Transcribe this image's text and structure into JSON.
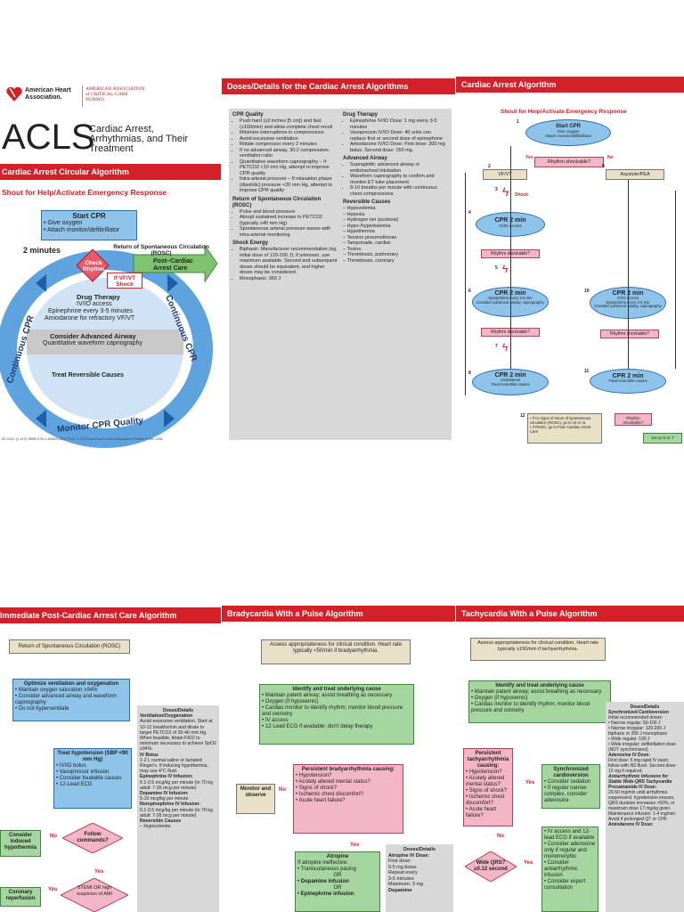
{
  "top": {
    "left": {
      "aha": "American Heart Association.",
      "aacn": "AMERICAN ASSOCIATION of CRITICAL-CARE NURSES",
      "acls": "ACLS",
      "acls_sub": "Cardiac Arrest, Arrhythmias, and Their Treatment",
      "bar": "Cardiac Arrest Circular Algorithm",
      "shout": "Shout for Help/Activate Emergency Response",
      "start_cpr": "Start CPR",
      "start_items": [
        "Give oxygen",
        "Attach monitor/defibrillator"
      ],
      "two_min": "2 minutes",
      "rosc": "Return of Spontaneous Circulation (ROSC)",
      "post_care": "Post–Cardiac Arrest Care",
      "check": "Check Rhythm",
      "ifvf": "If VF/VT Shock",
      "drug": "Drug Therapy",
      "drug_lines": [
        "IV/IO access",
        "Epinephrine every 3-5 minutes",
        "Amiodarone for refractory VF/VT"
      ],
      "airway": "Consider Advanced Airway",
      "airway_sub": "Quantitative waveform capnography",
      "treat": "Treat Reversible Causes",
      "cont_left": "Continuous CPR",
      "cont_right": "Continuous CPR",
      "monitor": "Monitor CPR Quality",
      "footer": "90-1012 (1 of 2)   ISBN 978-1-61669-013-7   5/11   © 2011 American Heart Association   Printed in the USA"
    },
    "middle": {
      "bar": "Doses/Details for the Cardiac Arrest Algorithms",
      "cpr_quality_h": "CPR Quality",
      "cpr_quality": [
        "Push hard (≥2 inches [5 cm]) and fast (≥100/min) and allow complete chest recoil",
        "Minimize interruptions in compressions",
        "Avoid excessive ventilation",
        "Rotate compressor every 2 minutes",
        "If no advanced airway, 30:2 compression-ventilation ratio",
        "Quantitative waveform capnography – If PETCO2 <10 mm Hg, attempt to improve CPR quality",
        "Intra-arterial pressure – If relaxation phase (diastolic) pressure <20 mm Hg, attempt to improve CPR quality"
      ],
      "rosc_h": "Return of Spontaneous Circulation (ROSC)",
      "rosc": [
        "Pulse and blood pressure",
        "Abrupt sustained increase in PETCO2 (typically ≥40 mm Hg)",
        "Spontaneous arterial pressure waves with intra-arterial monitoring"
      ],
      "shock_h": "Shock Energy",
      "shock": [
        "Biphasic: Manufacturer recommendation (eg, initial dose of 120-200 J); if unknown, use maximum available. Second and subsequent doses should be equivalent, and higher doses may be considered.",
        "Monophasic: 360 J"
      ],
      "drug_h": "Drug Therapy",
      "drug": [
        "Epinephrine IV/IO Dose: 1 mg every 3-5 minutes",
        "Vasopressin IV/IO Dose: 40 units can replace first or second dose of epinephrine",
        "Amiodarone IV/IO Dose: First dose: 300 mg bolus. Second dose: 150 mg."
      ],
      "airway_h": "Advanced Airway",
      "airway": [
        "Supraglottic advanced airway or endotracheal intubation",
        "Waveform capnography to confirm and monitor ET tube placement",
        "8-10 breaths per minute with continuous chest compressions"
      ],
      "causes_h": "Reversible Causes",
      "causes": [
        "Hypovolemia",
        "Hypoxia",
        "Hydrogen ion (acidosis)",
        "Hypo-/hyperkalemia",
        "Hypothermia",
        "Tension pneumothorax",
        "Tamponade, cardiac",
        "Toxins",
        "Thrombosis, pulmonary",
        "Thrombosis, coronary"
      ]
    },
    "right": {
      "bar": "Cardiac Arrest Algorithm",
      "shout": "Shout for Help/Activate Emergency Response",
      "start": "Start CPR",
      "start_items": [
        "Give oxygen",
        "Attach monitor/defibrillator"
      ],
      "shockable": "Rhythm shockable?",
      "yes": "Yes",
      "no": "No",
      "vfvt": "VF/VT",
      "asys": "Asystole/PEA",
      "shock": "Shock",
      "cpr2": "CPR 2 min",
      "cpr2_a": "IV/IO access",
      "cpr2_b": [
        "Epinephrine every 3-5 min",
        "Consider advanced airway, capnography"
      ],
      "cpr2_c": [
        "Amiodarone",
        "Treat reversible causes"
      ],
      "cpr2_10": [
        "IV/IO access",
        "Epinephrine every 3-5 min",
        "Consider advanced airway, capnography"
      ],
      "cpr2_11": "Treat reversible causes",
      "box12": [
        "If no signs of return of spontaneous circulation (ROSC), go to 10 or 11",
        "If ROSC, go to Post–Cardiac Arrest Care"
      ],
      "goto": "Go to 5 or 7",
      "nums": [
        "1",
        "2",
        "3",
        "4",
        "5",
        "6",
        "7",
        "8",
        "9",
        "10",
        "11",
        "12"
      ]
    }
  },
  "bottom": {
    "left": {
      "bar": "Immediate Post-Cardiac Arrest Care Algorithm",
      "rosc": "Return of Spontaneous Circulation (ROSC)",
      "opt": "Optimize ventilation and oxygenation",
      "opt_items": [
        "Maintain oxygen saturation ≥94%",
        "Consider advanced airway and waveform capnography",
        "Do not hyperventilate"
      ],
      "treat": "Treat hypotension (SBP <90 mm Hg)",
      "treat_items": [
        "IV/IO bolus",
        "Vasopressor infusion",
        "Consider treatable causes",
        "12-Lead ECG"
      ],
      "follow": "Follow commands?",
      "hypo": "Consider induced hypothermia",
      "no": "No",
      "yes": "Yes",
      "stemi": "STEMI OR high suspicion of AMI",
      "coronary": "Coronary reperfusion",
      "doses_h": "Doses/Details",
      "vent_h": "Ventilation/Oxygenation",
      "vent": "Avoid excessive ventilation. Start at 10-12 breaths/min and titrate to target PETCO2 of 35-40 mm Hg. When feasible, titrate FIO2 to minimum necessary to achieve SpO2 ≥94%.",
      "bolus_h": "IV Bolus",
      "bolus": "1-2 L normal saline or lactated Ringer's. If inducing hypothermia, may use 4°C fluid.",
      "epi_h": "Epinephrine IV Infusion:",
      "epi": "0.1-0.5 mcg/kg per minute (in 70-kg adult: 7-35 mcg per minute)",
      "dopa_h": "Dopamine IV Infusion:",
      "dopa": "5-10 mcg/kg per minute",
      "norepi_h": "Norepinephrine IV Infusion:",
      "norepi": "0.1-0.5 mcg/kg per minute (in 70-kg adult: 7-35 mcg per minute)",
      "rev_h": "Reversible Causes",
      "rev": "– Hypovolemia"
    },
    "middle": {
      "bar": "Bradycardia With a Pulse Algorithm",
      "assess": "Assess appropriateness for clinical condition. Heart rate typically <50/min if bradyarrhythmia.",
      "identify": "Identify and treat underlying cause",
      "identify_items": [
        "Maintain patent airway; assist breathing as necessary",
        "Oxygen (if hypoxemic)",
        "Cardiac monitor to identify rhythm; monitor blood pressure and oximetry",
        "IV access",
        "12-Lead ECG if available; don't delay therapy"
      ],
      "persistent": "Persistent bradyarrhythmia causing:",
      "persistent_items": [
        "Hypotension?",
        "Acutely altered mental status?",
        "Signs of shock?",
        "Ischemic chest discomfort?",
        "Acute heart failure?"
      ],
      "monitor": "Monitor and observe",
      "no": "No",
      "yes": "Yes",
      "atropine": "Atropine",
      "atropine_text": "If atropine ineffective:",
      "atropine_items": [
        "Transcutaneous pacing",
        "OR",
        "Dopamine infusion",
        "OR",
        "Epinephrine infusion"
      ],
      "doses_h": "Doses/Details",
      "atr_h": "Atropine IV Dose:",
      "atr": [
        "First dose:",
        "0.5 mg bolus",
        "Repeat every",
        "3-5 minutes",
        "Maximum: 3 mg"
      ],
      "dop_h": "Dopamine"
    },
    "right": {
      "bar": "Tachycardia With a Pulse Algorithm",
      "assess": "Assess appropriateness for clinical condition. Heart rate typically ≥150/min if tachyarrhythmia.",
      "identify": "Identify and treat underlying cause",
      "identify_items": [
        "Maintain patent airway; assist breathing as necessary",
        "Oxygen (if hypoxemic)",
        "Cardiac monitor to identify rhythm; monitor blood pressure and oximetry"
      ],
      "persistent": "Persistent tachyarrhythmia causing:",
      "persistent_items": [
        "Hypotension?",
        "Acutely altered mental status?",
        "Signs of shock?",
        "Ischemic chest discomfort?",
        "Acute heart failure?"
      ],
      "sync": "Synchronized cardioversion",
      "sync_items": [
        "Consider sedation",
        "If regular narrow complex, consider adenosine"
      ],
      "yes": "Yes",
      "no": "No",
      "wide": "Wide QRS? ≥0.12 second",
      "wide_items": [
        "IV access and 12-lead ECG if available",
        "Consider adenosine only if regular and monomorphic",
        "Consider antiarrhythmic infusion",
        "Consider expert consultation"
      ],
      "doses_h": "Doses/Details",
      "sc_h": "Synchronized Cardioversion",
      "sc": [
        "Initial recommended doses:",
        "Narrow regular: 50-100 J",
        "Narrow irregular: 120-200 J biphasic or 200 J monophasic",
        "Wide regular: 100 J",
        "Wide irregular: defibrillation dose (NOT synchronized)"
      ],
      "aden_h": "Adenosine IV Dose:",
      "aden": "First dose: 6 mg rapid IV push; follow with NS flush. Second dose: 12 mg if required.",
      "anti_h": "Antiarrhythmic Infusions for Stable Wide-QRS Tachycardia",
      "proc_h": "Procainamide IV Dose:",
      "proc": "20-50 mg/min until arrhythmia suppressed, hypotension ensues, QRS duration increases >50%, or maximum dose 17 mg/kg given. Maintenance infusion: 1-4 mg/min. Avoid if prolonged QT or CHF.",
      "amio_h": "Amiodarone IV Dose:"
    }
  }
}
